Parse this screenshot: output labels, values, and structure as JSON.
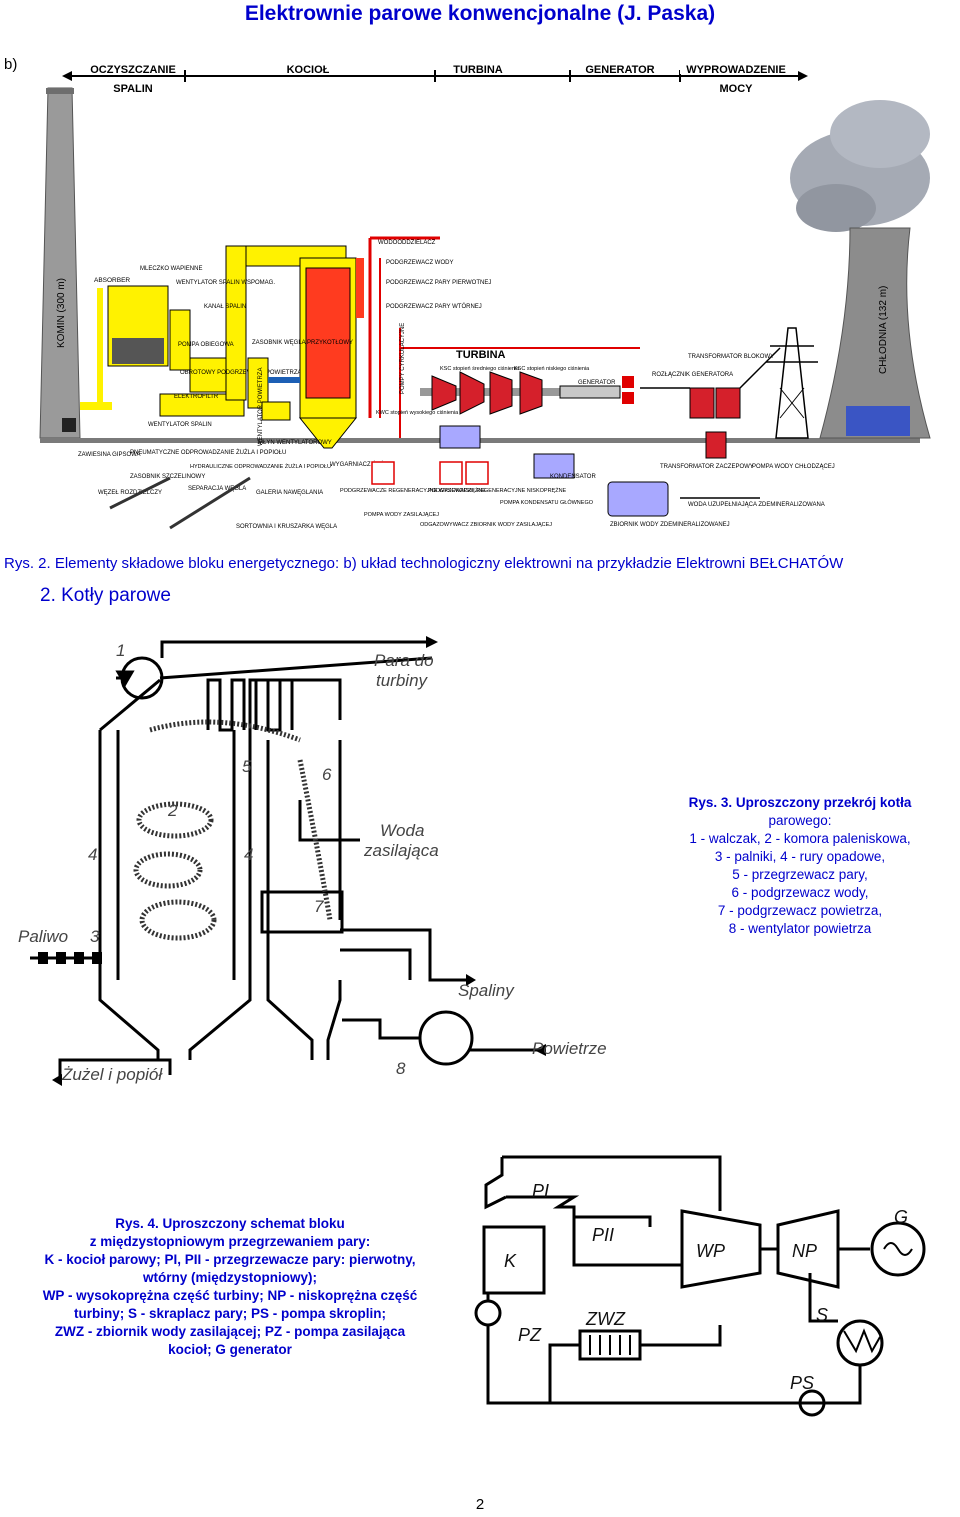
{
  "page": {
    "title": "Elektrownie parowe konwencjonalne (J. Paska)",
    "subfigure_marker": "b)",
    "page_number": "2"
  },
  "plant_figure": {
    "header_labels": [
      "OCZYSZCZANIE",
      "SPALIN",
      "KOCIOŁ",
      "TURBINA",
      "GENERATOR",
      "WYPROWADZENIE",
      "MOCY"
    ],
    "labels": {
      "chimney": "KOMIN (300 m)",
      "cooling_tower": "CHŁODNIA (132 m)",
      "absorber": "ABSORBER",
      "lime_milk": "MLECZKO WAPIENNE",
      "aux_fan": "WENTYLATOR SPALIN WSPOMAG.",
      "flue_channel": "KANAŁ SPALIN",
      "circ_pump": "POMPA OBIEGOWA",
      "rotary_heater": "OBROTOWY PODGRZEWACZ POWIETRZA",
      "electrofilter": "ELEKTROFILTR",
      "flue_fan": "WENTYLATOR SPALIN",
      "gypsum": "ZAWIESINA GIPSOWA",
      "pneumatic": "PNEUMATYCZNE ODPROWADZANIE ŻUŻLA I POPIOŁU",
      "hydraulic": "HYDRAULICZNE ODPROWADZANIE ŻUŻLA I POPIOŁU",
      "slot_tank": "ZASOBNIK SZCZELINOWY",
      "separation": "SEPARACJA WĘGLA",
      "distributor": "WĘZEŁ ROZDZIELCZY",
      "coal_bunker": "ZASOBNIK WĘGLA PRZYKOTŁOWY",
      "air_fan": "WENTYLATOR POWIETRZA",
      "mill": "MŁYN WENTYLATOROWY",
      "slag_remover": "WYGARNIACZ ŻUŻLA",
      "gallery": "GALERIA NAWĘGLANIA",
      "sorting": "SORTOWNIA I KRUSZARKA WĘGLA",
      "water_heater": "WODOODDZIELACZ",
      "water_preheater": "PODGRZEWACZ WODY",
      "primary_superheater": "PODGRZEWACZ PARY PIERWOTNEJ",
      "secondary_superheater": "PODGRZEWACZ PARY WTÓRNEJ",
      "turbine": "TURBINA",
      "ksc_mid": "KSC stopień średniego ciśnienia",
      "ksc_low": "KSC stopień niskiego ciśnienia",
      "kwc": "KWC stopień wysokiego ciśnienia",
      "cycle_pump": "POMPY CYRKULACYJNE",
      "generator": "GENERATOR",
      "disconnector": "ROZŁĄCZNIK GENERATORA",
      "block_transformer": "TRANSFORMATOR BLOKOWY",
      "hp_regen": "PODGRZEWACZE REGENERACYJNE WYSOKOPRĘŻNE",
      "lp_regen": "PODGRZEWACZE REGENERACYJNE NISKOPRĘŻNE",
      "feed_pump": "POMPA WODY ZASILAJĄCEJ",
      "condensate_pump": "POMPA KONDENSATU GŁÓWNEGO",
      "degasser": "ODGAZOWYWACZ ZBIORNIK WODY ZASILAJĄCEJ",
      "condenser": "KONDENSATOR",
      "exc_transformer": "TRANSFORMATOR ZACZEPOWY",
      "cooling_pump": "POMPA WODY CHŁODZĄCEJ",
      "makeup_water": "WODA UZUPEŁNIAJĄCA ZDEMINERALIZOWANA",
      "demin_tank": "ZBIORNIK WODY ZDEMINERALIZOWANEJ"
    },
    "caption": "Rys. 2. Elementy składowe bloku energetycznego: b) układ technologiczny elektrowni na przykładzie Elektrowni BEŁCHATÓW"
  },
  "section": {
    "title": "2.  Kotły parowe"
  },
  "boiler_figure": {
    "labels": {
      "n1": "1",
      "n2": "2",
      "n3": "3",
      "n4a": "4",
      "n4b": "4",
      "n5": "5",
      "n6": "6",
      "n7": "7",
      "n8": "8",
      "steam_to_turbine_1": "Para do",
      "steam_to_turbine_2": "turbiny",
      "feed_water_1": "Woda",
      "feed_water_2": "zasilająca",
      "fuel": "Paliwo",
      "flue_gas": "Spaliny",
      "air": "Powietrze",
      "slag": "Żużel i popiół"
    },
    "caption_title": "Rys. 3.",
    "caption_lines": [
      "Uproszczony przekrój kotła",
      "parowego:",
      "1 - walczak, 2 - komora paleniskowa,",
      "3 - palniki, 4 - rury opadowe,",
      "5 - przegrzewacz pary,",
      "6 - podgrzewacz wody,",
      "7 - podgrzewacz powietrza,",
      "8 - wentylator powietrza"
    ]
  },
  "scheme_figure": {
    "labels": {
      "k": "K",
      "pi": "PI",
      "pii": "PII",
      "wp": "WP",
      "np": "NP",
      "g": "G",
      "s": "S",
      "pz": "PZ",
      "zwz": "ZWZ",
      "ps": "PS"
    },
    "caption_title": "Rys. 4.",
    "caption_lines": [
      "Uproszczony schemat bloku",
      "z międzystopniowym przegrzewaniem pary:",
      "K - kocioł parowy; PI, PII - przegrzewacze pary: pierwotny,",
      "wtórny (międzystopniowy);",
      "WP - wysokoprężna część turbiny; NP - niskoprężna część",
      "turbiny; S - skraplacz pary; PS - pompa skroplin;",
      "ZWZ - zbiornik wody zasilającej; PZ - pompa zasilająca",
      "kocioł; G  generator"
    ]
  }
}
